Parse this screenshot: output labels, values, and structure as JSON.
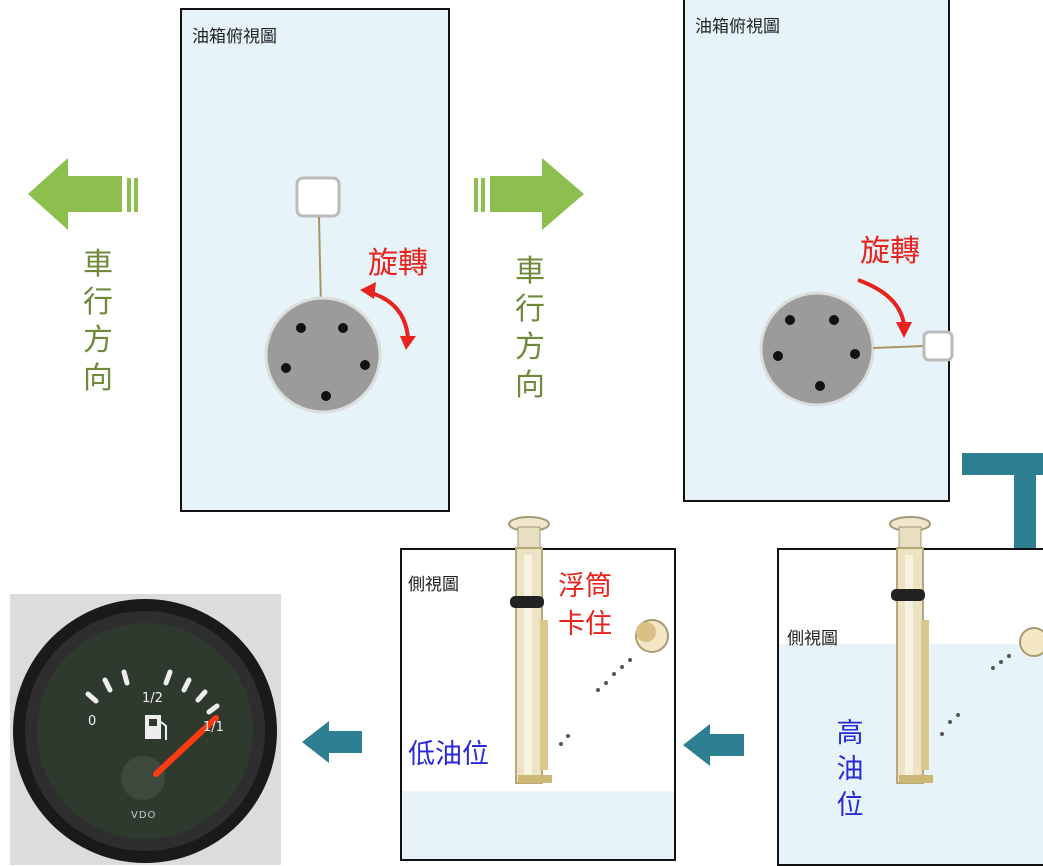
{
  "top_left_panel": {
    "title": "油箱俯視圖",
    "rotate_label": "旋轉"
  },
  "top_right_panel": {
    "title": "油箱俯視圖",
    "rotate_label": "旋轉"
  },
  "left_direction": {
    "chars": [
      "車",
      "行",
      "方",
      "向"
    ]
  },
  "middle_direction": {
    "chars": [
      "車",
      "行",
      "方",
      "向"
    ]
  },
  "side_low_panel": {
    "title": "側視圖",
    "float_stuck_line1": "浮筒",
    "float_stuck_line2": "卡住",
    "level_label": "低油位"
  },
  "side_high_panel": {
    "title": "側視圖",
    "level_chars": [
      "高",
      "油",
      "位"
    ]
  },
  "gauge": {
    "mark_empty": "0",
    "mark_half": "1/2",
    "mark_full": "1/1",
    "brand": "VDO"
  },
  "colors": {
    "tank_fill": "#e6f4fa",
    "direction_arrow": "#8cbf4e",
    "direction_text": "#6f8a3a",
    "rotate_red": "#e8221c",
    "low_level_blue": "#2a2ad8",
    "flow_arrow": "#2f7f93",
    "gauge_needle": "#ff3b12"
  },
  "icons": {
    "direction": "arrow-icon",
    "flow": "arrow-icon",
    "fuel_pump": "fuel-pump-icon"
  }
}
